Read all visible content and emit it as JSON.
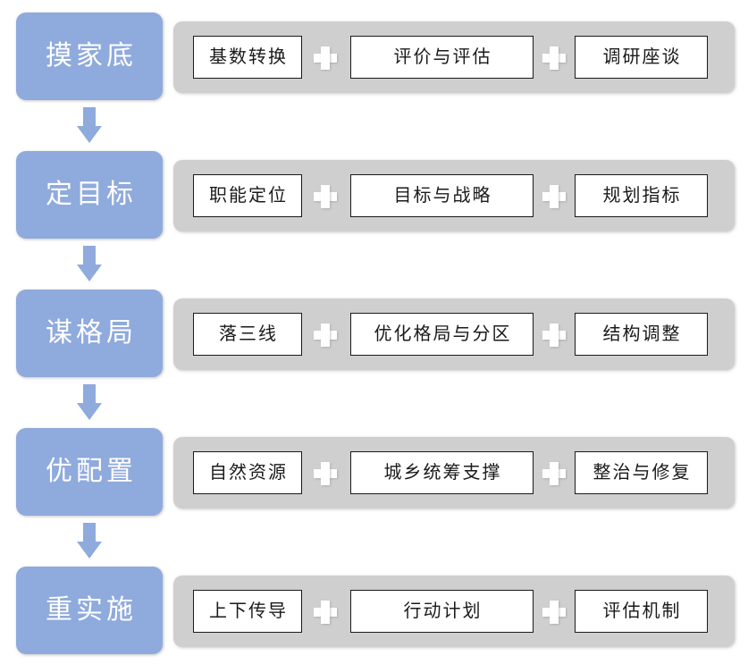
{
  "diagram": {
    "type": "flow-diagram",
    "orientation": "vertical",
    "separator_symbol": "+",
    "connector": "down-arrow",
    "colors": {
      "stage_fill": "#8FAADC",
      "stage_text": "#FFFFFF",
      "panel_fill": "#CFCFCF",
      "task_fill": "#FFFFFF",
      "task_border": "#1A1A1A",
      "task_text": "#1A1A1A",
      "arrow_fill": "#8FAADC",
      "background": "#FFFFFF"
    },
    "stages": [
      {
        "label": "摸家底",
        "tasks": [
          "基数转换",
          "评价与评估",
          "调研座谈"
        ]
      },
      {
        "label": "定目标",
        "tasks": [
          "职能定位",
          "目标与战略",
          "规划指标"
        ]
      },
      {
        "label": "谋格局",
        "tasks": [
          "落三线",
          "优化格局与分区",
          "结构调整"
        ]
      },
      {
        "label": "优配置",
        "tasks": [
          "自然资源",
          "城乡统筹支撑",
          "整治与修复"
        ]
      },
      {
        "label": "重实施",
        "tasks": [
          "上下传导",
          "行动计划",
          "评估机制"
        ]
      }
    ]
  }
}
